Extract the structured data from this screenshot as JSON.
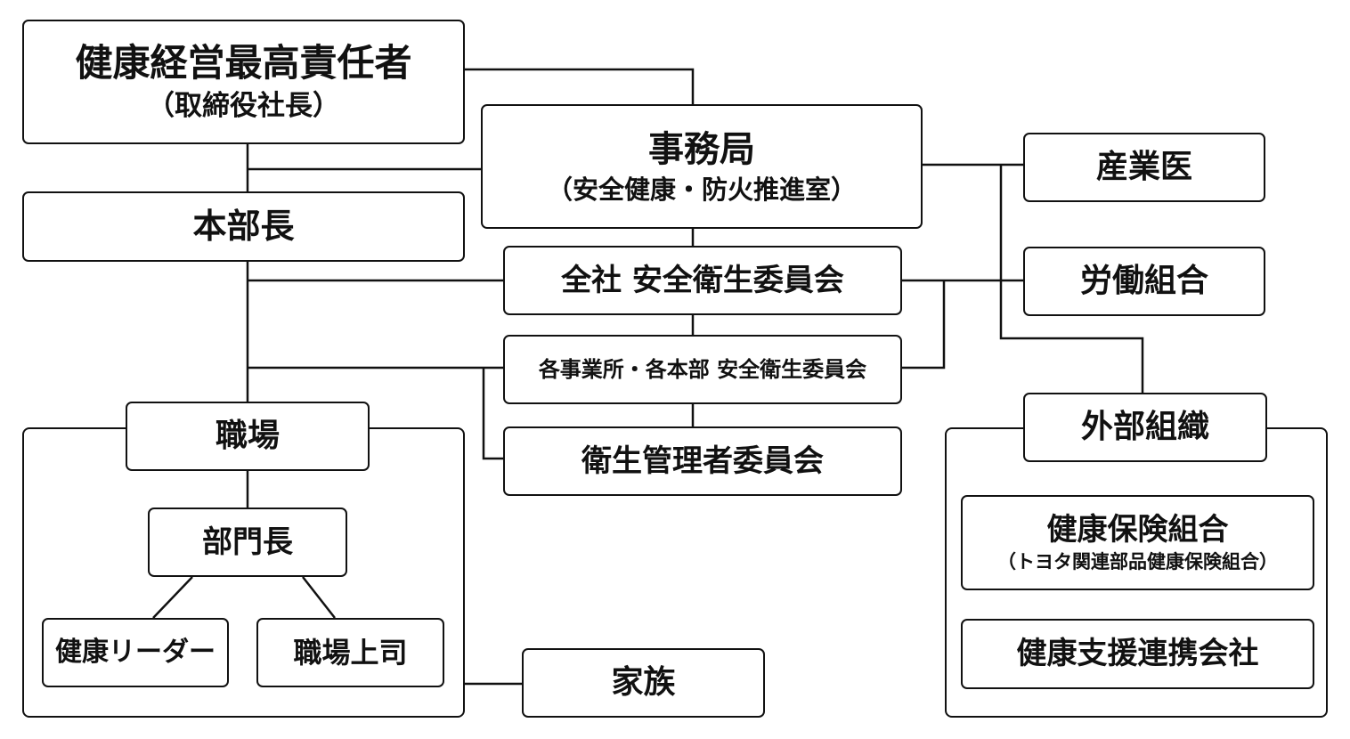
{
  "nodes": {
    "ceo": {
      "title": "健康経営最高責任者",
      "sub": "（取締役社長）"
    },
    "secretariat": {
      "title": "事務局",
      "sub": "（安全健康・防火推進室）"
    },
    "honbucho": {
      "title": "本部長"
    },
    "sangyoi": {
      "title": "産業医"
    },
    "rodo_kumiai": {
      "title": "労働組合"
    },
    "zensha_iinkai": {
      "title": "全社 安全衛生委員会"
    },
    "jigyosho_iinkai": {
      "title": "各事業所・各本部 安全衛生委員会"
    },
    "eisei_kanrisha": {
      "title": "衛生管理者委員会"
    },
    "shokuba": {
      "title": "職場"
    },
    "bumoncho": {
      "title": "部門長"
    },
    "kenko_leader": {
      "title": "健康リーダー"
    },
    "shokuba_joshi": {
      "title": "職場上司"
    },
    "kazoku": {
      "title": "家族"
    },
    "gaibu_soshiki": {
      "title": "外部組織"
    },
    "kenpo": {
      "title": "健康保険組合",
      "sub": "（トヨタ関連部品健康保険組合）"
    },
    "kenko_shien": {
      "title": "健康支援連携会社"
    }
  }
}
